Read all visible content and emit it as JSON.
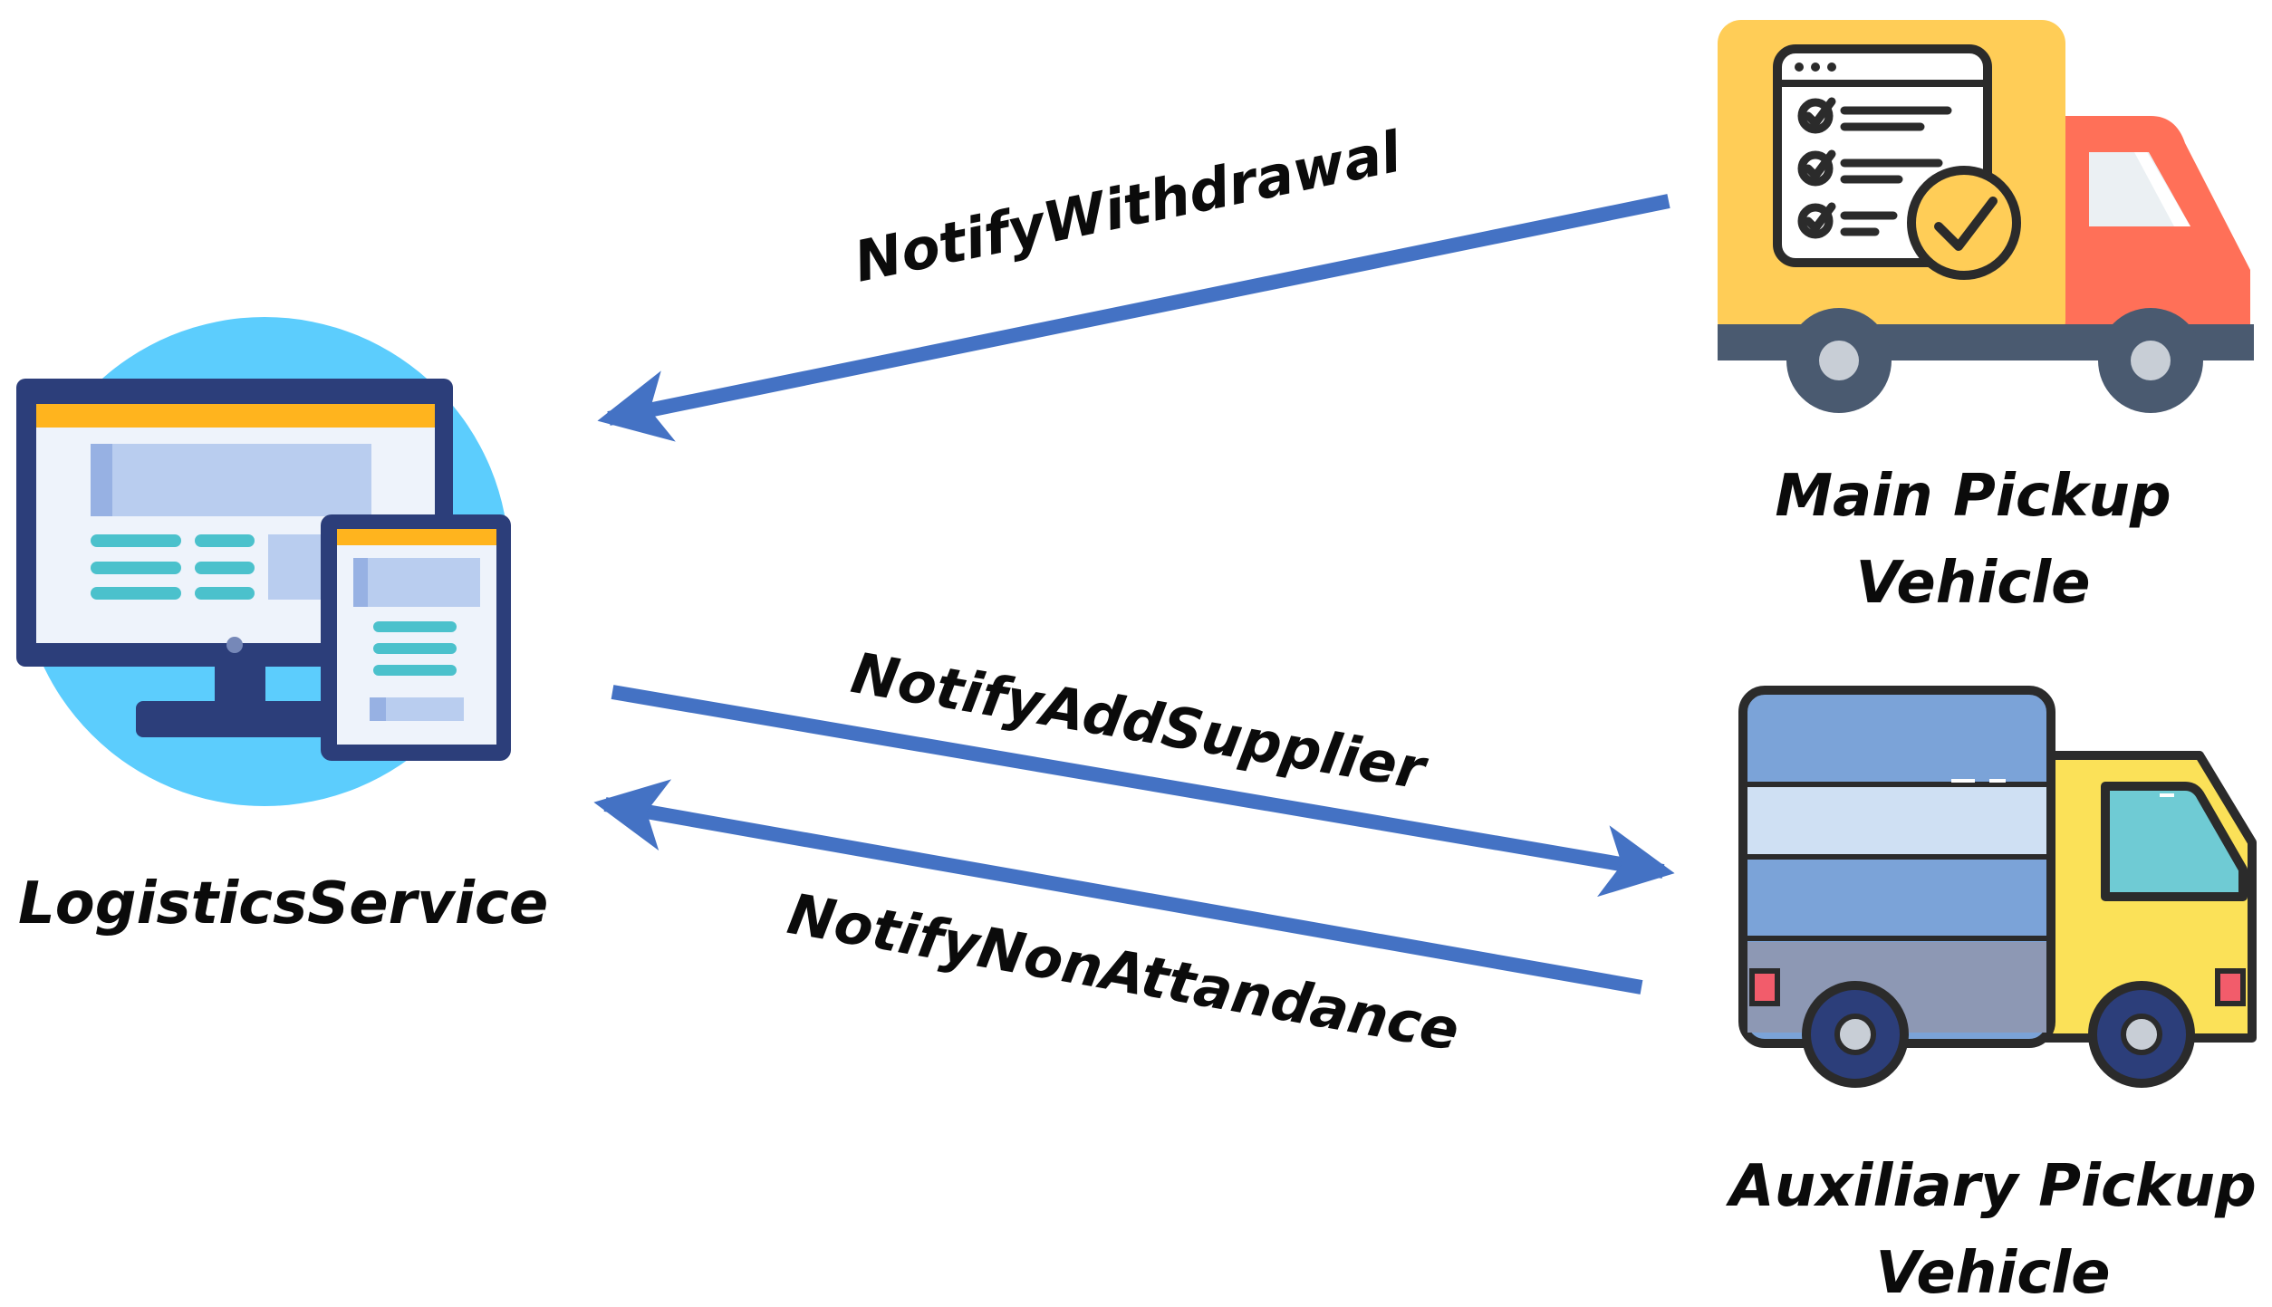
{
  "nodes": {
    "logistics_service": {
      "label": "LogisticsService"
    },
    "main_vehicle": {
      "label_line1": "Main Pickup",
      "label_line2": "Vehicle"
    },
    "aux_vehicle": {
      "label_line1": "Auxiliary Pickup",
      "label_line2": "Vehicle"
    }
  },
  "edges": {
    "withdrawal": {
      "label": "NotifyWithdrawal",
      "from": "Main Pickup Vehicle",
      "to": "LogisticsService"
    },
    "add_supplier": {
      "label": "NotifyAddSupplier",
      "from": "LogisticsService",
      "to": "Auxiliary Pickup Vehicle"
    },
    "non_attendance": {
      "label": "NotifyNonAttandance",
      "from": "Auxiliary Pickup Vehicle",
      "to": "LogisticsService"
    }
  },
  "colors": {
    "arrow": "#4472c4",
    "main_truck_body": "#ffcd57",
    "main_truck_cab": "#ff7058",
    "aux_truck_body": "#7ba3d8",
    "aux_truck_cab": "#fbe158",
    "monitor_circle": "#5ccdfd"
  },
  "icons": {
    "logistics_service": "computer-tablet-icon",
    "main_vehicle": "checklist-truck-icon",
    "aux_vehicle": "delivery-truck-icon"
  }
}
